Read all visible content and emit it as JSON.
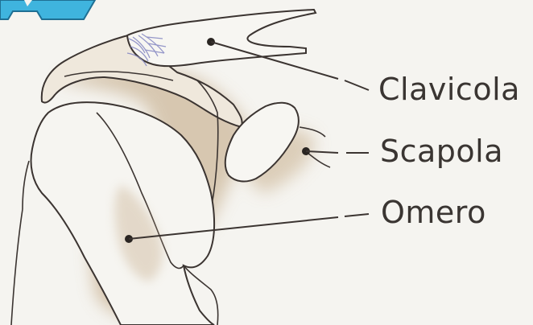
{
  "panel_letter": "A",
  "labels": {
    "clavicola": "Clavicola",
    "scapola": "Scapola",
    "omero": "Omero"
  },
  "colors": {
    "background": "#f5f4f0",
    "bone_fill": "#f6f5f1",
    "bone_shadow": "#c9b59a",
    "outline": "#3b3431",
    "panel_letter_fill": "#3fb4de",
    "ligament": "#8a8cc4"
  }
}
